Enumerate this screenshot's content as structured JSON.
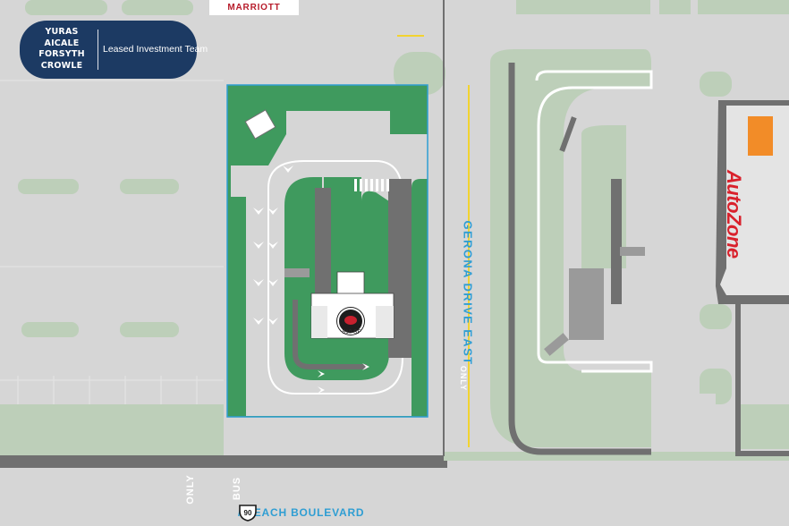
{
  "badge": {
    "names": [
      "YURAS",
      "AICALE",
      "FORSYTH",
      "CROWLE"
    ],
    "team": "Leased Investment Team"
  },
  "marriott_sign": "MARRIOTT",
  "building": {
    "size_label": "510 SF"
  },
  "streets": {
    "vertical": "GERONA DRIVE EAST",
    "horizontal": "/ BEACH BOULEVARD",
    "route_number": "90"
  },
  "pavement_markings": {
    "only": "ONLY",
    "bus": "BUS",
    "only_right": "ONLY"
  },
  "autozone_sign": "AutoZone",
  "colors": {
    "site_green": "#3f9a5e",
    "landscape_green": "#bdcfb9",
    "pavement": "#d6d6d6",
    "curb_dark": "#707070",
    "badge_navy": "#1c3a63",
    "street_label_blue": "#2f9ed3",
    "parcel_outline": "#2f9ed3",
    "center_line_yellow": "#f2d330"
  }
}
